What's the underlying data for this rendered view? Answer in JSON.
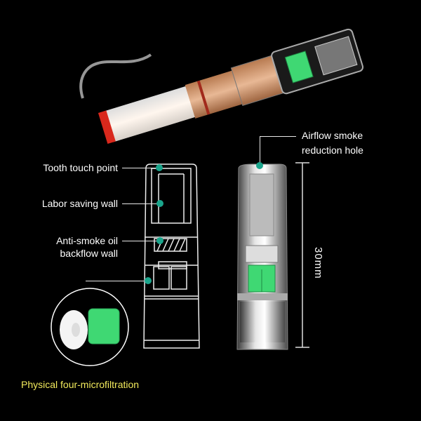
{
  "labels": {
    "tooth_touch_point": "Tooth touch point",
    "labor_saving_wall": "Labor saving wall",
    "anti_smoke_line1": "Anti-smoke oil",
    "anti_smoke_line2": "backflow wall",
    "airflow_line1": "Airflow smoke",
    "airflow_line2": "reduction hole",
    "dimension": "30mm",
    "caption": "Physical four-microfiltration"
  },
  "colors": {
    "background": "#000000",
    "callout_dot": "#1aa58c",
    "caption_text": "#f2ea5c",
    "filter_green": "#3fd873",
    "ember_red": "#d9281c",
    "filter_tan": "#c98a5e"
  }
}
